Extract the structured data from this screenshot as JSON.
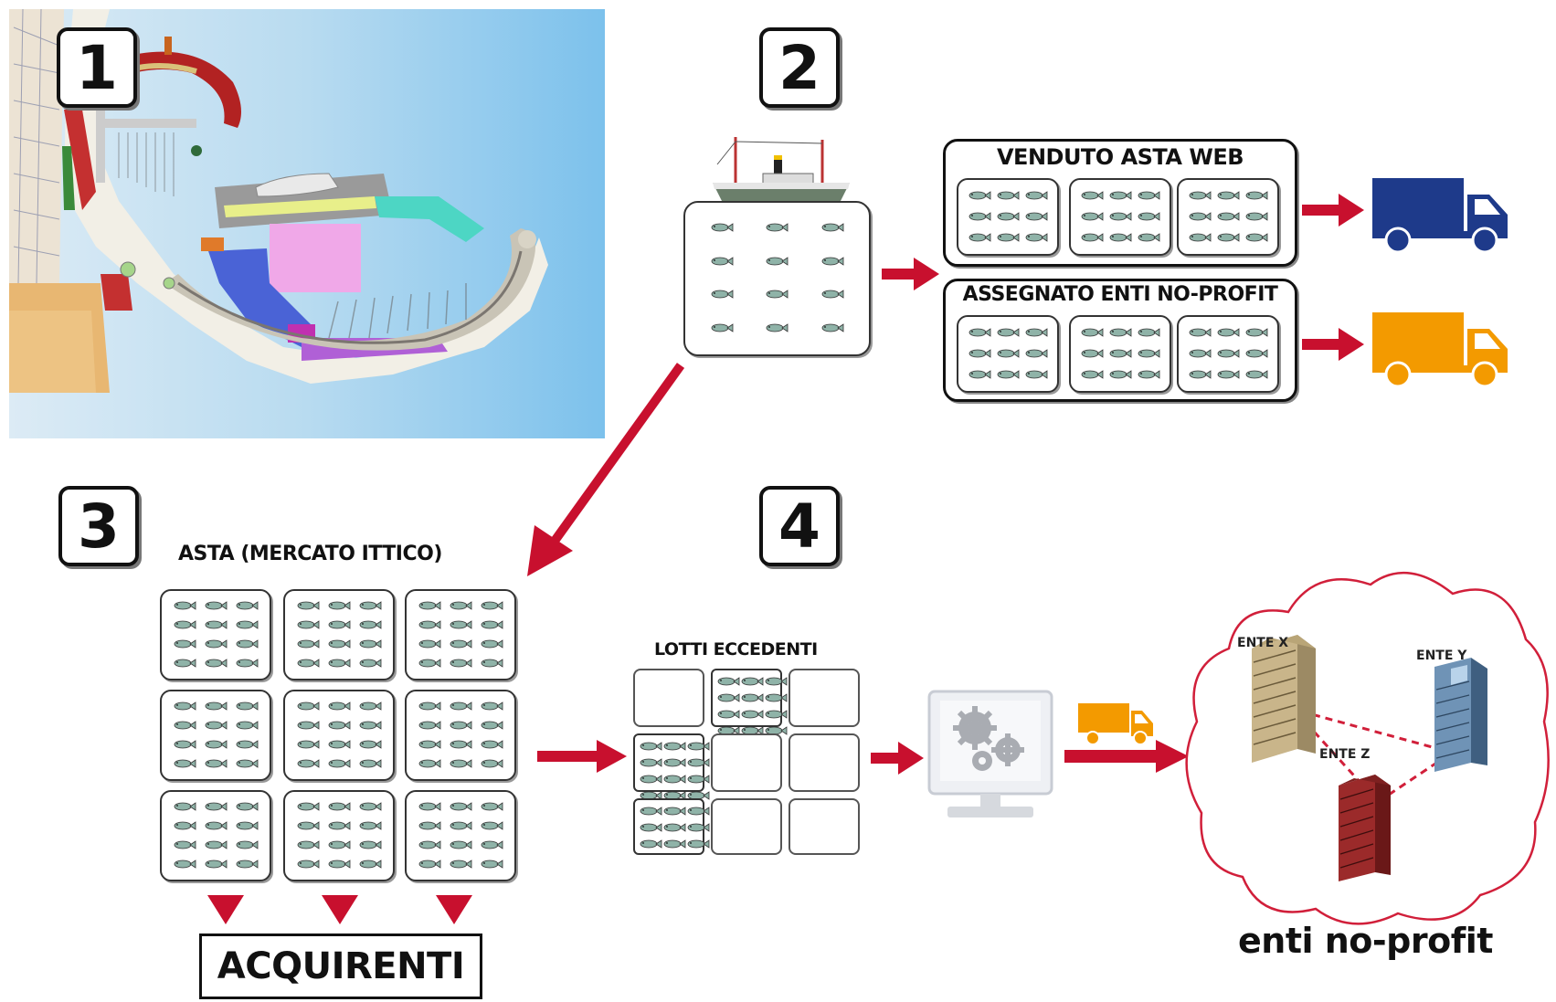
{
  "steps": {
    "step1": "1",
    "step2": "2",
    "step3": "3",
    "step4": "4"
  },
  "panels": {
    "web_auction": "VENDUTO ASTA WEB",
    "nonprofit_assigned": "ASSEGNATO ENTI NO-PROFIT"
  },
  "auction": {
    "title": "ASTA (MERCATO ITTICO)",
    "buyers": "ACQUIRENTI"
  },
  "surplus": {
    "title": "LOTTI ECCEDENTI"
  },
  "network": {
    "ente_x": "ENTE X",
    "ente_y": "ENTE Y",
    "ente_z": "ENTE Z",
    "caption": "enti no-profit"
  },
  "colors": {
    "arrow_red": "#c8102e",
    "truck_blue": "#1e3a8a",
    "truck_orange": "#f39a00",
    "cloud_outline": "#d11f3a"
  }
}
